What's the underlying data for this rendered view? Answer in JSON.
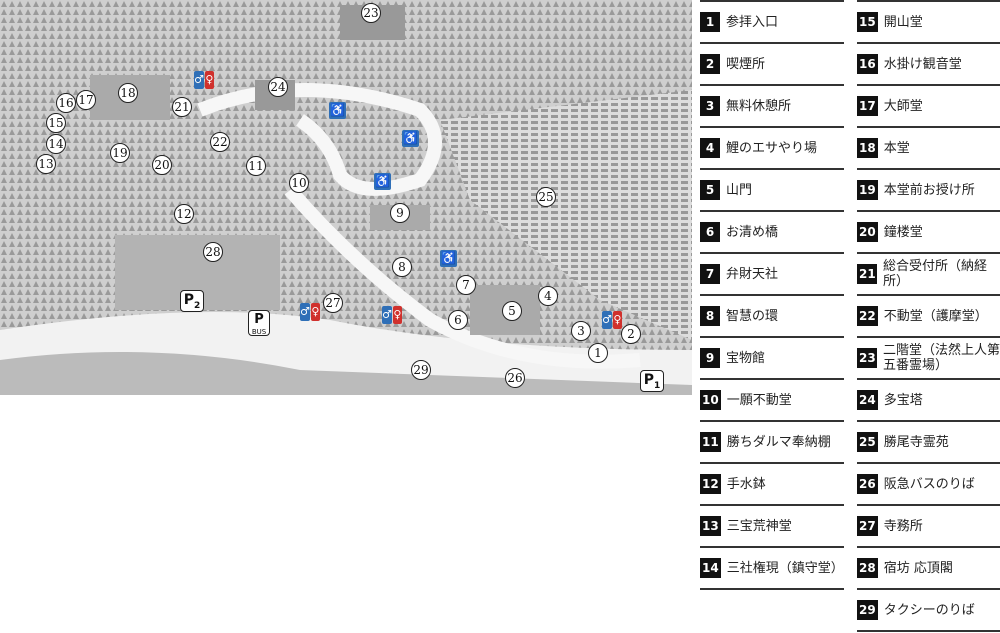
{
  "legend": [
    {
      "n": "1",
      "label": "参拝入口"
    },
    {
      "n": "2",
      "label": "喫煙所"
    },
    {
      "n": "3",
      "label": "無料休憩所"
    },
    {
      "n": "4",
      "label": "鯉のエサやり場"
    },
    {
      "n": "5",
      "label": "山門"
    },
    {
      "n": "6",
      "label": "お清め橋"
    },
    {
      "n": "7",
      "label": "弁財天社"
    },
    {
      "n": "8",
      "label": "智慧の環"
    },
    {
      "n": "9",
      "label": "宝物館"
    },
    {
      "n": "10",
      "label": "一願不動堂"
    },
    {
      "n": "11",
      "label": "勝ちダルマ奉納棚"
    },
    {
      "n": "12",
      "label": "手水鉢"
    },
    {
      "n": "13",
      "label": "三宝荒神堂"
    },
    {
      "n": "14",
      "label": "三社権現（鎮守堂）"
    },
    {
      "n": "15",
      "label": "開山堂"
    },
    {
      "n": "16",
      "label": "水掛け観音堂"
    },
    {
      "n": "17",
      "label": "大師堂"
    },
    {
      "n": "18",
      "label": "本堂"
    },
    {
      "n": "19",
      "label": "本堂前お授け所"
    },
    {
      "n": "20",
      "label": "鐘楼堂"
    },
    {
      "n": "21",
      "label": "総合受付所（納経所）"
    },
    {
      "n": "22",
      "label": "不動堂（護摩堂）"
    },
    {
      "n": "23",
      "label": "二階堂（法然上人第五番霊場）"
    },
    {
      "n": "24",
      "label": "多宝塔"
    },
    {
      "n": "25",
      "label": "勝尾寺霊苑"
    },
    {
      "n": "26",
      "label": "阪急バスのりば"
    },
    {
      "n": "27",
      "label": "寺務所"
    },
    {
      "n": "28",
      "label": "宿坊 応頂閣"
    },
    {
      "n": "29",
      "label": "タクシーのりば"
    }
  ],
  "map": {
    "parking": [
      {
        "label": "P",
        "sub": "1"
      },
      {
        "label": "P",
        "sub": "2"
      },
      {
        "label": "P",
        "sub": "BUS"
      }
    ],
    "icons": {
      "wheelchair": "wheelchair-icon",
      "restroom": "restroom-icon"
    },
    "colors": {
      "wheelchair": "#2f6fb7",
      "male": "#2f6fb7",
      "female": "#d0312d"
    }
  }
}
